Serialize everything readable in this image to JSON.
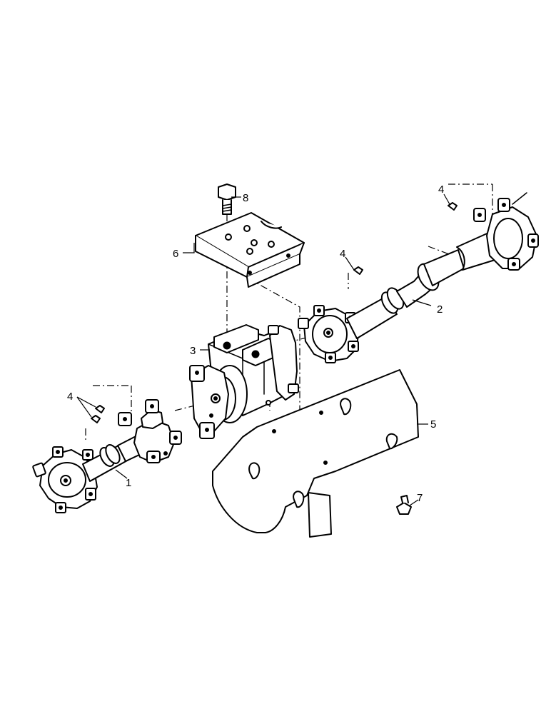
{
  "callouts": {
    "c1": "1",
    "c2": "2",
    "c3": "3",
    "c4a": "4",
    "c4b": "4",
    "c4c": "4",
    "c5": "5",
    "c6": "6",
    "c7": "7",
    "c8": "8"
  }
}
